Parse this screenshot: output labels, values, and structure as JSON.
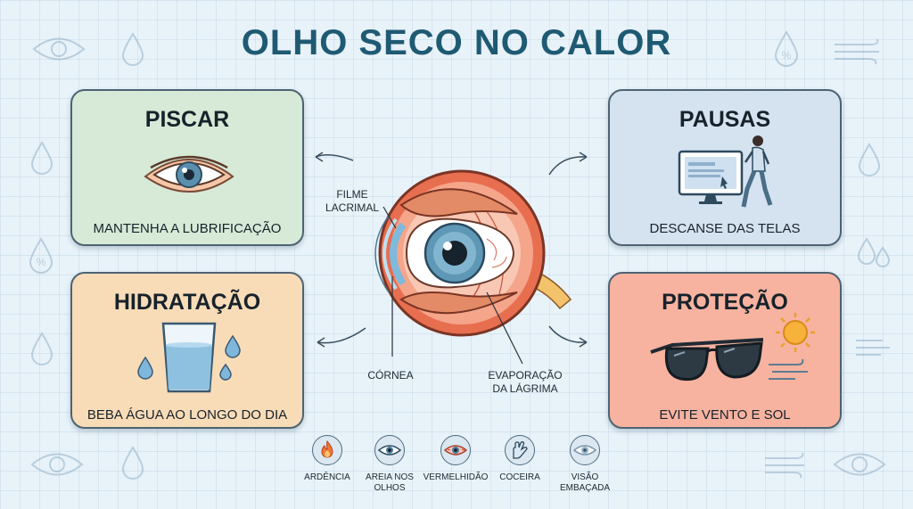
{
  "title": "OLHO SECO NO CALOR",
  "cards": {
    "piscar": {
      "title": "PISCAR",
      "caption": "MANTENHA A LUBRIFICAÇÃO",
      "color": "#d6ead7",
      "icon": "eye-icon"
    },
    "pausas": {
      "title": "PAUSAS",
      "caption": "DESCANSE DAS TELAS",
      "color": "#d5e2f0",
      "icon": "monitor-walking-person-icon"
    },
    "hidratacao": {
      "title": "HIDRATAÇÃO",
      "caption": "BEBA ÁGUA AO LONGO DO DIA",
      "color": "#f8dcb8",
      "icon": "water-glass-icon"
    },
    "protecao": {
      "title": "PROTEÇÃO",
      "caption": "EVITE VENTO E SOL",
      "color": "#f7b3a0",
      "icon": "sunglasses-sun-icon"
    }
  },
  "anatomy": {
    "filme_lacrimal": "FILME\nLACRIMAL",
    "cornea": "CÓRNEA",
    "evaporacao": "EVAPORAÇÃO\nDA LÁGRIMA"
  },
  "symptoms": [
    {
      "label": "ARDÊNCIA",
      "icon": "flame-icon"
    },
    {
      "label": "AREIA NOS\nOLHOS",
      "icon": "eye-icon"
    },
    {
      "label": "VERMELHIDÃO",
      "icon": "red-eye-icon"
    },
    {
      "label": "COCEIRA",
      "icon": "hand-rubbing-icon"
    },
    {
      "label": "VISÃO\nEMBAÇADA",
      "icon": "blurry-eye-icon"
    }
  ],
  "colors": {
    "title": "#1f5a73",
    "border": "#4d6373",
    "background": "#e8f2f9"
  }
}
